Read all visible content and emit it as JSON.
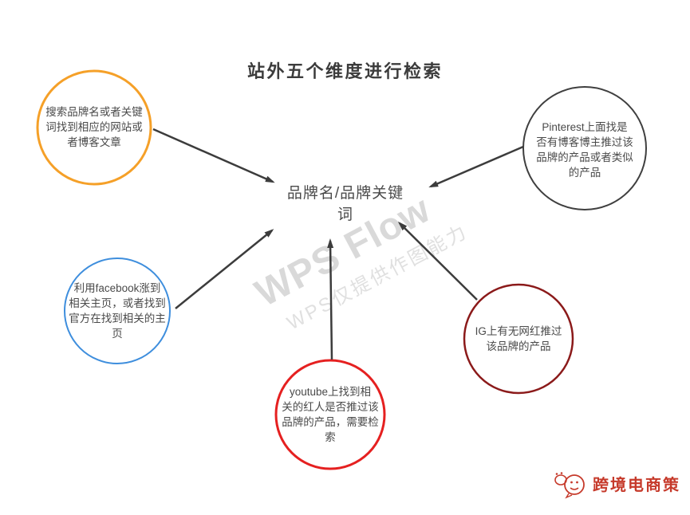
{
  "title": "站外五个维度进行检索",
  "center_node": {
    "label": "品牌名/品牌关键\n词"
  },
  "nodes": [
    {
      "id": "web-search",
      "label": "搜索品牌名或者关键\n词找到相应的网站或\n者博客文章",
      "color": "#F5A028"
    },
    {
      "id": "pinterest",
      "label": "Pinterest上面找是\n否有博客博主推过该\n品牌的产品或者类似\n的产品",
      "color": "#3F3F3F"
    },
    {
      "id": "facebook",
      "label": "利用facebook涨到\n相关主页，或者找到\n官方在找到相关的主\n页",
      "color": "#3E8EDD"
    },
    {
      "id": "youtube",
      "label": "youtube上找到相\n关的红人是否推过该\n品牌的产品，需要检\n索",
      "color": "#E52020"
    },
    {
      "id": "instagram",
      "label": "IG上有无网红推过\n该品牌的产品",
      "color": "#8B1A1A"
    }
  ],
  "colors": {
    "arrow": "#3C3C3C",
    "title_text": "#3c3c3c",
    "node_text": "#4a4a4a",
    "watermark": "#d9d9d9",
    "brand": "#c63a2b"
  },
  "watermark": {
    "big": "WPS Flow",
    "small": "WPS仅提供作图能力"
  },
  "brand_stamp": {
    "text": "跨境电商策"
  }
}
